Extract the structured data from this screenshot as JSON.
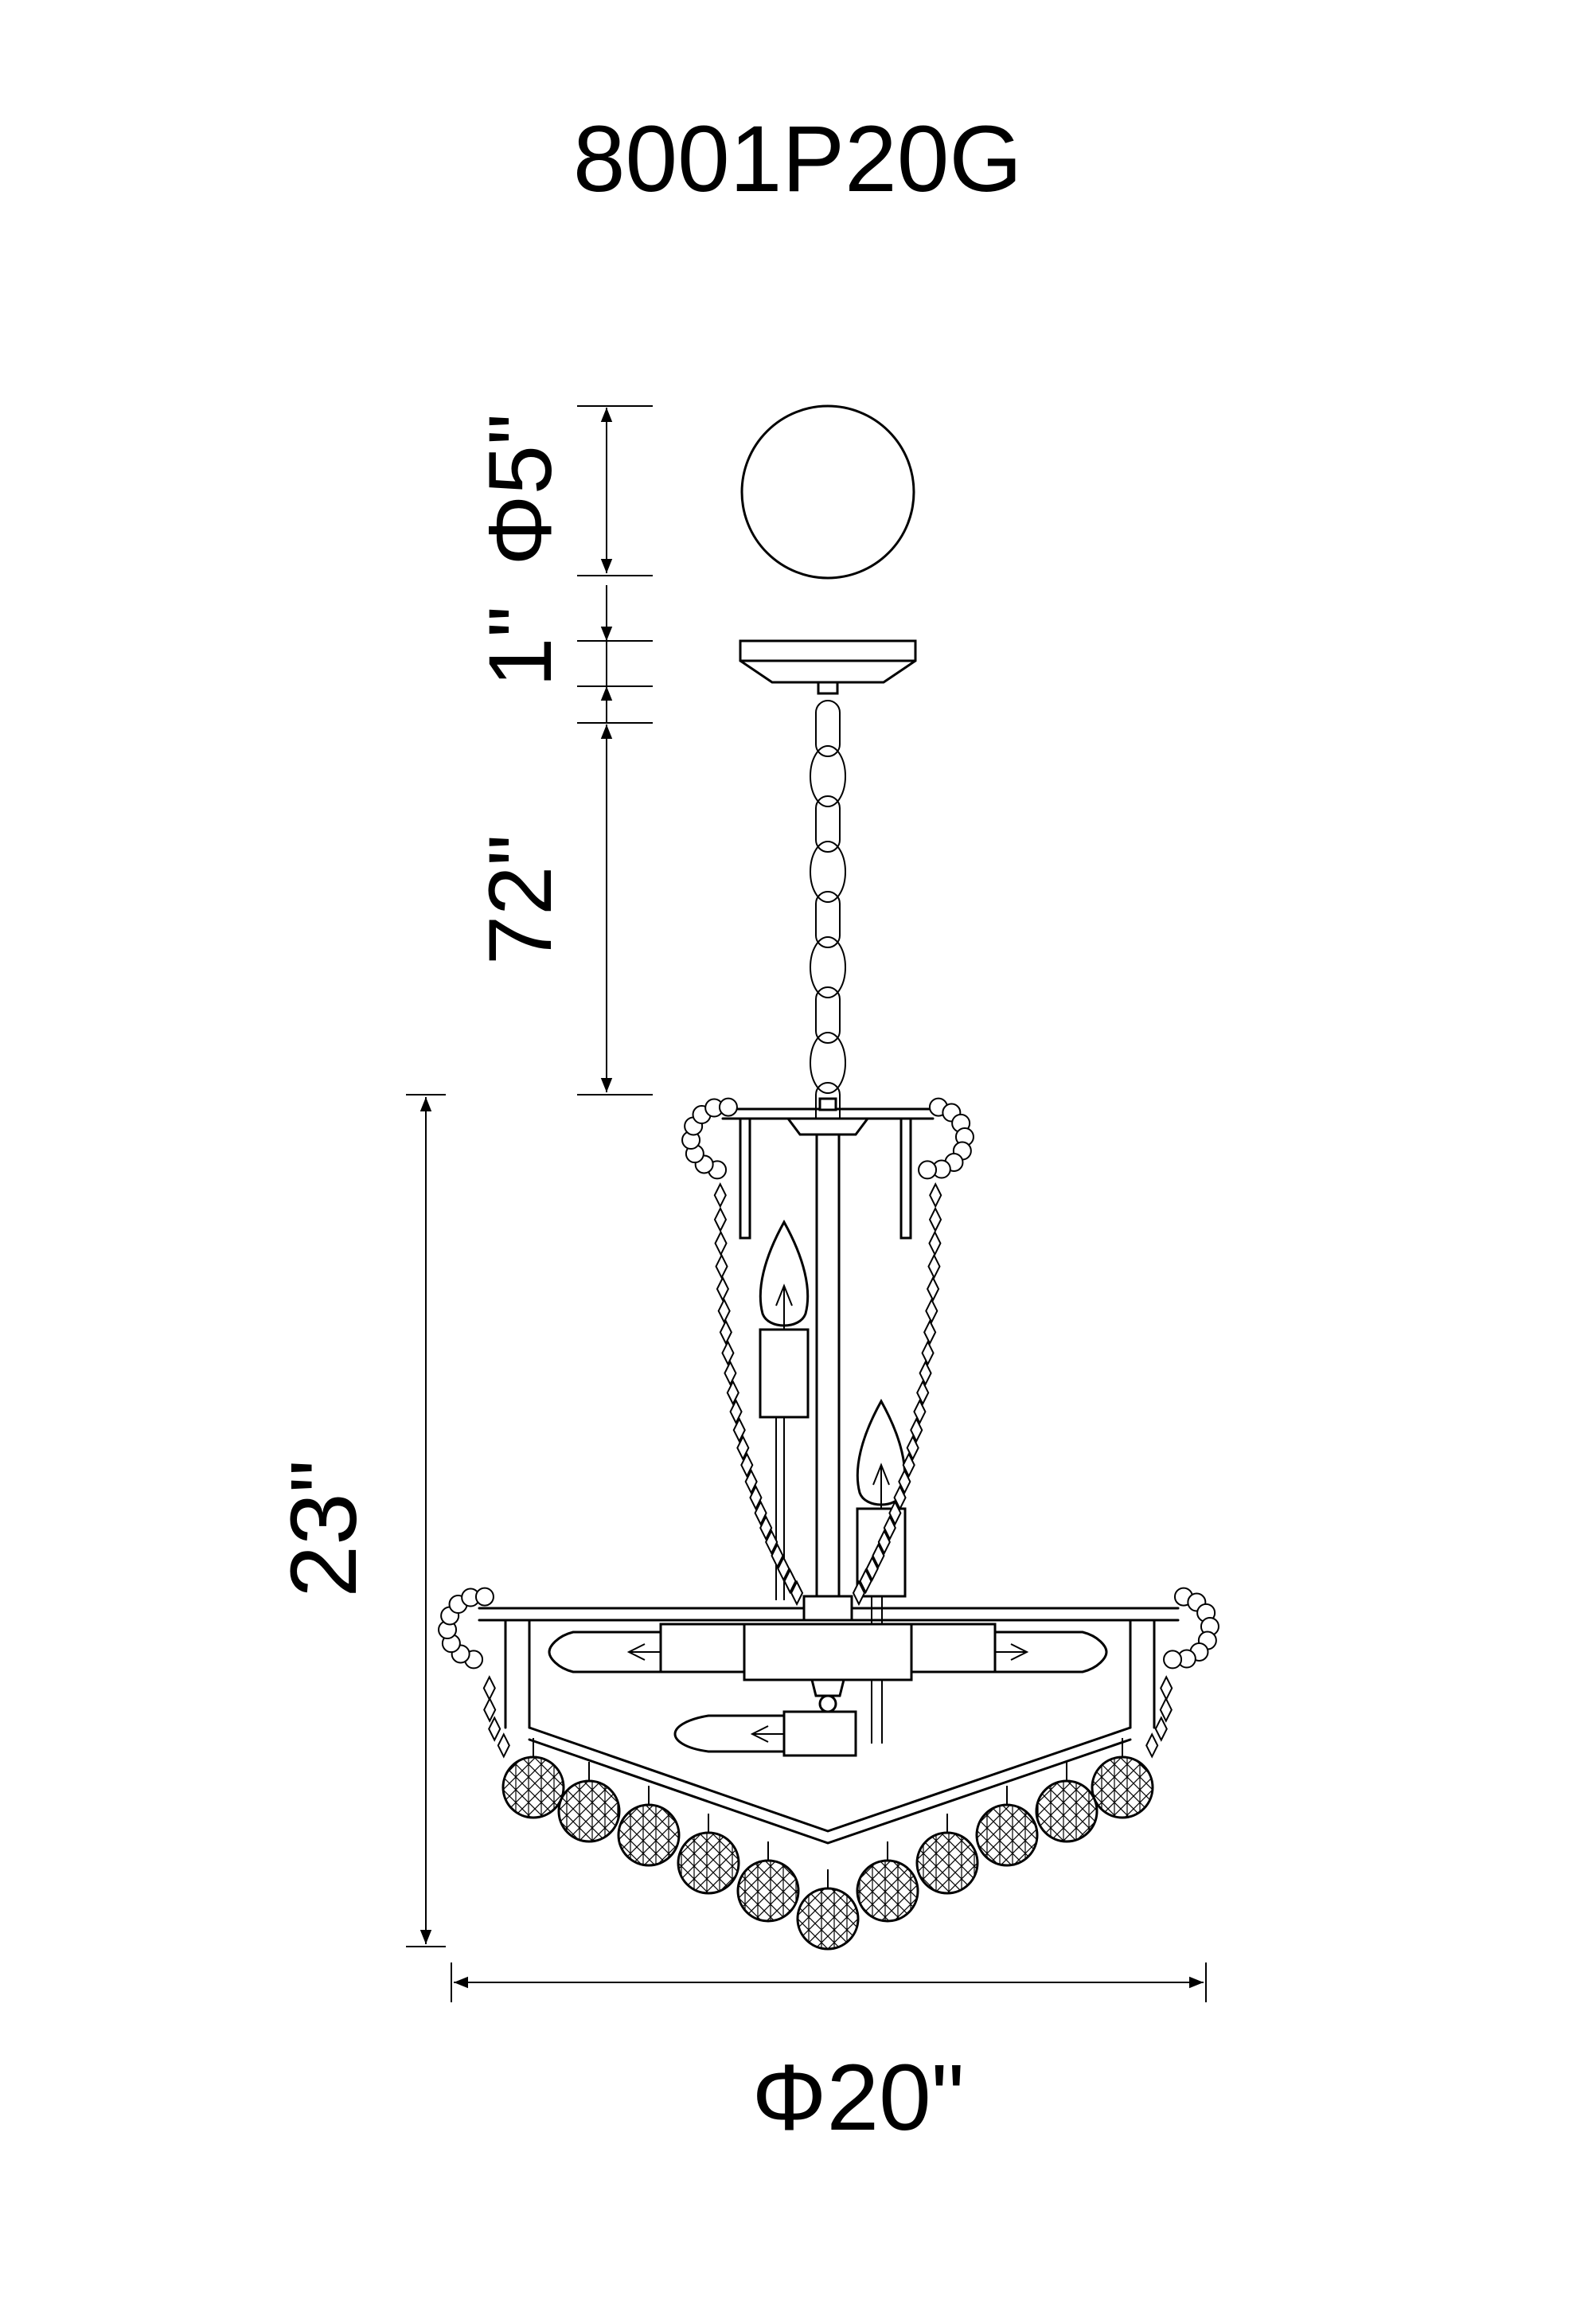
{
  "model_number": "8001P20G",
  "dimensions": {
    "canopy_diameter": "Φ5\"",
    "canopy_height": "1\"",
    "chain_length": "72\"",
    "fixture_height": "23\"",
    "fixture_diameter": "Φ20\""
  }
}
